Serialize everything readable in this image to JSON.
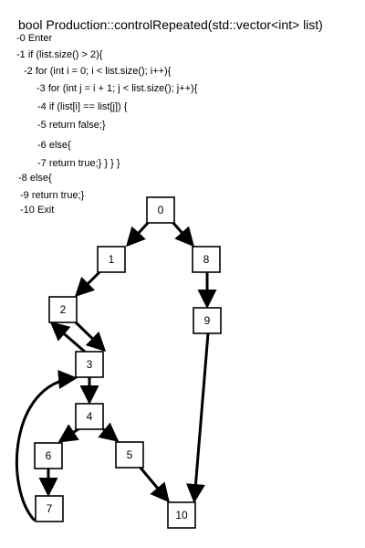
{
  "code": {
    "title": "bool Production::controlRepeated(std::vector<int> list)",
    "lines": [
      "-0 Enter",
      "-1 if (list.size() > 2){",
      "-2 for (int i = 0; i < list.size(); i++){",
      "-3 for (int j = i + 1; j < list.size(); j++){",
      "-4 if (list[i] == list[j]) {",
      "-5 return false;}",
      "-6 else{",
      "-7 return true;} } } }",
      "-8 else{",
      "-9 return true;}",
      "-10 Exit"
    ]
  },
  "graph": {
    "nodes": [
      "0",
      "1",
      "2",
      "3",
      "4",
      "5",
      "6",
      "7",
      "8",
      "9",
      "10"
    ],
    "edges": [
      {
        "from": "0",
        "to": "1"
      },
      {
        "from": "0",
        "to": "8"
      },
      {
        "from": "1",
        "to": "2"
      },
      {
        "from": "2",
        "to": "3"
      },
      {
        "from": "3",
        "to": "2"
      },
      {
        "from": "3",
        "to": "4"
      },
      {
        "from": "4",
        "to": "6"
      },
      {
        "from": "4",
        "to": "5"
      },
      {
        "from": "6",
        "to": "7"
      },
      {
        "from": "7",
        "to": "3"
      },
      {
        "from": "5",
        "to": "10"
      },
      {
        "from": "8",
        "to": "9"
      },
      {
        "from": "9",
        "to": "10"
      }
    ]
  }
}
